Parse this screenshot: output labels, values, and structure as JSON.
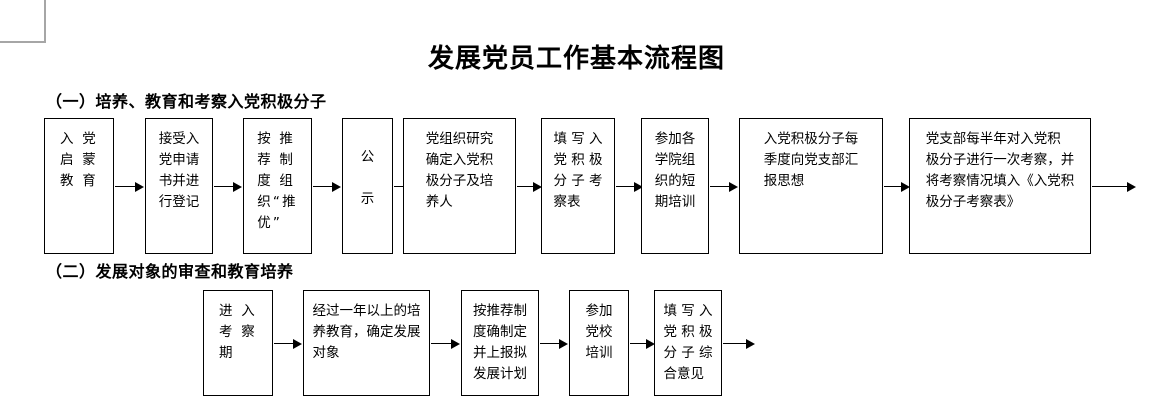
{
  "document": {
    "title": "发展党员工作基本流程图"
  },
  "sections": [
    {
      "id": "section-1",
      "heading": "（一）培养、教育和考察入党积极分子",
      "steps": [
        {
          "id": "step-1-1",
          "text": "入  党\n启  蒙\n教  育"
        },
        {
          "id": "step-1-2",
          "text": "接受入\n党申请\n书并进\n行登记"
        },
        {
          "id": "step-1-3",
          "text": "按  推\n荐  制\n度  组\n织“推\n优”"
        },
        {
          "id": "step-1-4",
          "text": "公\n\n示"
        },
        {
          "id": "step-1-5",
          "text": "党组织研究\n确定入党积\n极分子及培\n养人"
        },
        {
          "id": "step-1-6",
          "text": "填 写 入\n党 积 极\n分 子 考\n察表"
        },
        {
          "id": "step-1-7",
          "text": "参加各\n学院组\n织的短\n期培训"
        },
        {
          "id": "step-1-8",
          "text": "入党积极分子每\n季度向党支部汇\n报思想"
        },
        {
          "id": "step-1-9",
          "text": "党支部每半年对入党积\n极分子进行一次考察，并\n将考察情况填入《入党积\n极分子考察表》"
        }
      ]
    },
    {
      "id": "section-2",
      "heading": "（二）发展对象的审查和教育培养",
      "steps": [
        {
          "id": "step-2-1",
          "text": "进   入\n考   察\n期"
        },
        {
          "id": "step-2-2",
          "text": "经过一年以上的培\n养教育，确定发展\n对象"
        },
        {
          "id": "step-2-3",
          "text": "按推荐制\n度确制定\n并上报拟\n发展计划"
        },
        {
          "id": "step-2-4",
          "text": "参加\n党校\n培训"
        },
        {
          "id": "step-2-5",
          "text": "填 写 入\n党 积 极\n分 子 综\n合意见"
        }
      ]
    }
  ],
  "colors": {
    "ink": "#000000",
    "page": "#ffffff",
    "crop_mark": "#a6a6a6"
  }
}
